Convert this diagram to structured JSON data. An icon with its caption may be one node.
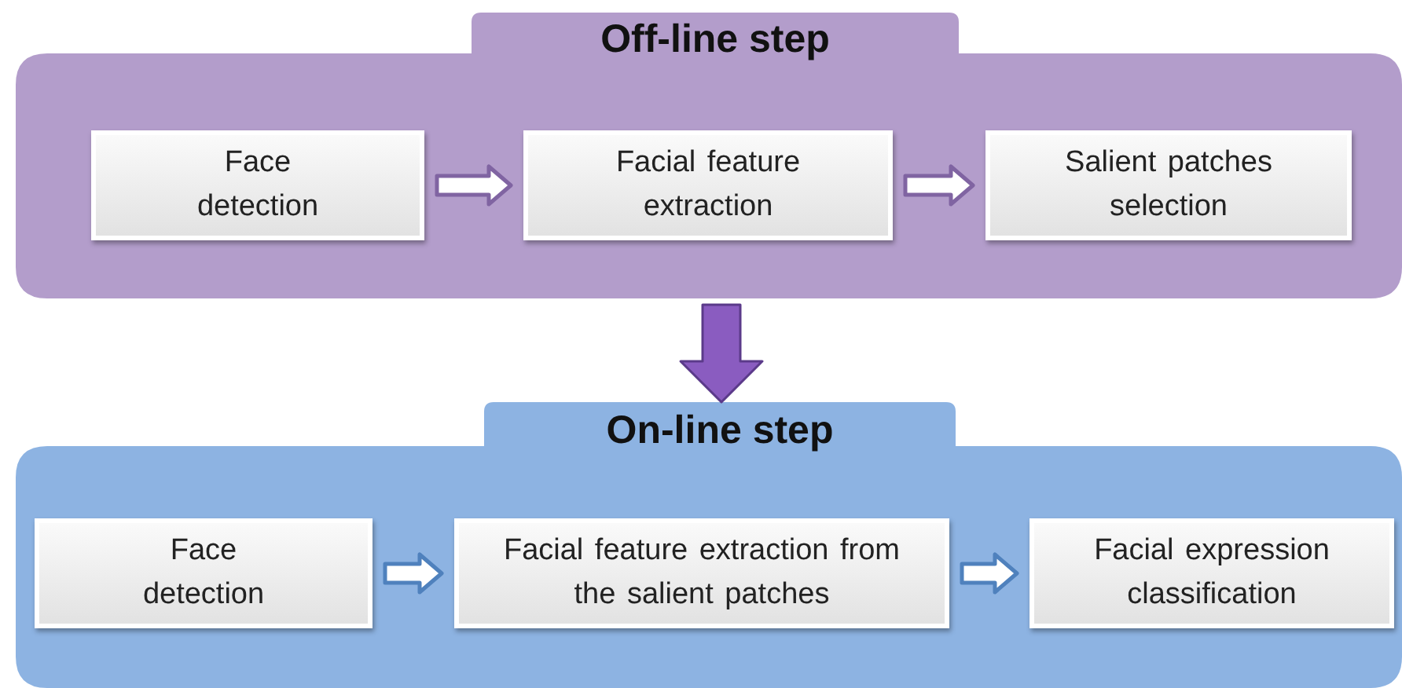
{
  "diagram": {
    "nodes": [
      {
        "text": [
          "Off-line step"
        ]
      },
      {
        "text": [
          "Face detection"
        ],
        "in": 0
      },
      {
        "text": [
          "Facial feature extraction"
        ],
        "in": 0
      },
      {
        "text": [
          "Salient patches selection"
        ],
        "in": 0
      },
      {
        "text": [
          "On-line step"
        ]
      },
      {
        "text": [
          "Face detection"
        ],
        "in": 4
      },
      {
        "text": [
          "Facial feature extraction from the salient patches"
        ],
        "in": 4
      },
      {
        "text": [
          "Facial expression classification"
        ],
        "in": 4
      }
    ],
    "edges": [
      {
        "from": 1,
        "to": 2,
        "arrow": "to",
        "color": "#8064a2"
      },
      {
        "from": 2,
        "to": 3,
        "arrow": "to",
        "color": "#8064a2"
      },
      {
        "from": 0,
        "to": 4,
        "arrow": "to",
        "style": "thick",
        "color": "#8a5cc0"
      },
      {
        "from": 5,
        "to": 6,
        "arrow": "to",
        "color": "#4f81bd"
      },
      {
        "from": 6,
        "to": 7,
        "arrow": "to",
        "color": "#4f81bd"
      }
    ]
  }
}
